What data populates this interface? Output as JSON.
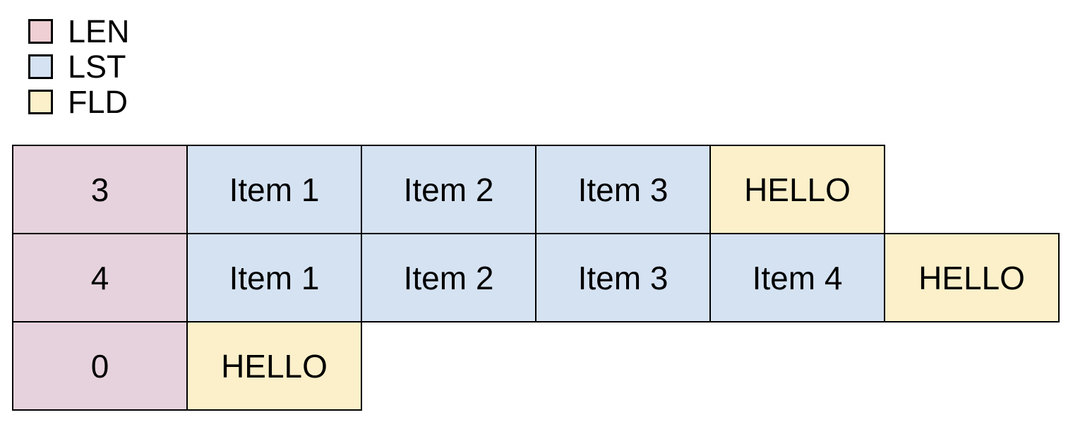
{
  "legend": {
    "items": [
      {
        "id": "len",
        "label": "LEN"
      },
      {
        "id": "lst",
        "label": "LST"
      },
      {
        "id": "fld",
        "label": "FLD"
      }
    ]
  },
  "diagram": {
    "rows": [
      {
        "cells": [
          {
            "text": "3",
            "type": "len"
          },
          {
            "text": "Item 1",
            "type": "lst"
          },
          {
            "text": "Item 2",
            "type": "lst"
          },
          {
            "text": "Item 3",
            "type": "lst"
          },
          {
            "text": "HELLO",
            "type": "fld"
          }
        ]
      },
      {
        "cells": [
          {
            "text": "4",
            "type": "len"
          },
          {
            "text": "Item 1",
            "type": "lst"
          },
          {
            "text": "Item 2",
            "type": "lst"
          },
          {
            "text": "Item 3",
            "type": "lst"
          },
          {
            "text": "Item 4",
            "type": "lst"
          },
          {
            "text": "HELLO",
            "type": "fld"
          }
        ]
      },
      {
        "cells": [
          {
            "text": "0",
            "type": "len"
          },
          {
            "text": "HELLO",
            "type": "fld"
          }
        ]
      }
    ]
  },
  "colors": {
    "legend_len": "#efcfd4",
    "legend_lst": "#d5e2f2",
    "legend_fld": "#fbf0c9",
    "cell_len": "#e6d2dc",
    "cell_lst": "#d5e2f2",
    "cell_fld": "#fbf0ca",
    "border": "#000000",
    "background": "#ffffff",
    "text": "#000000"
  }
}
